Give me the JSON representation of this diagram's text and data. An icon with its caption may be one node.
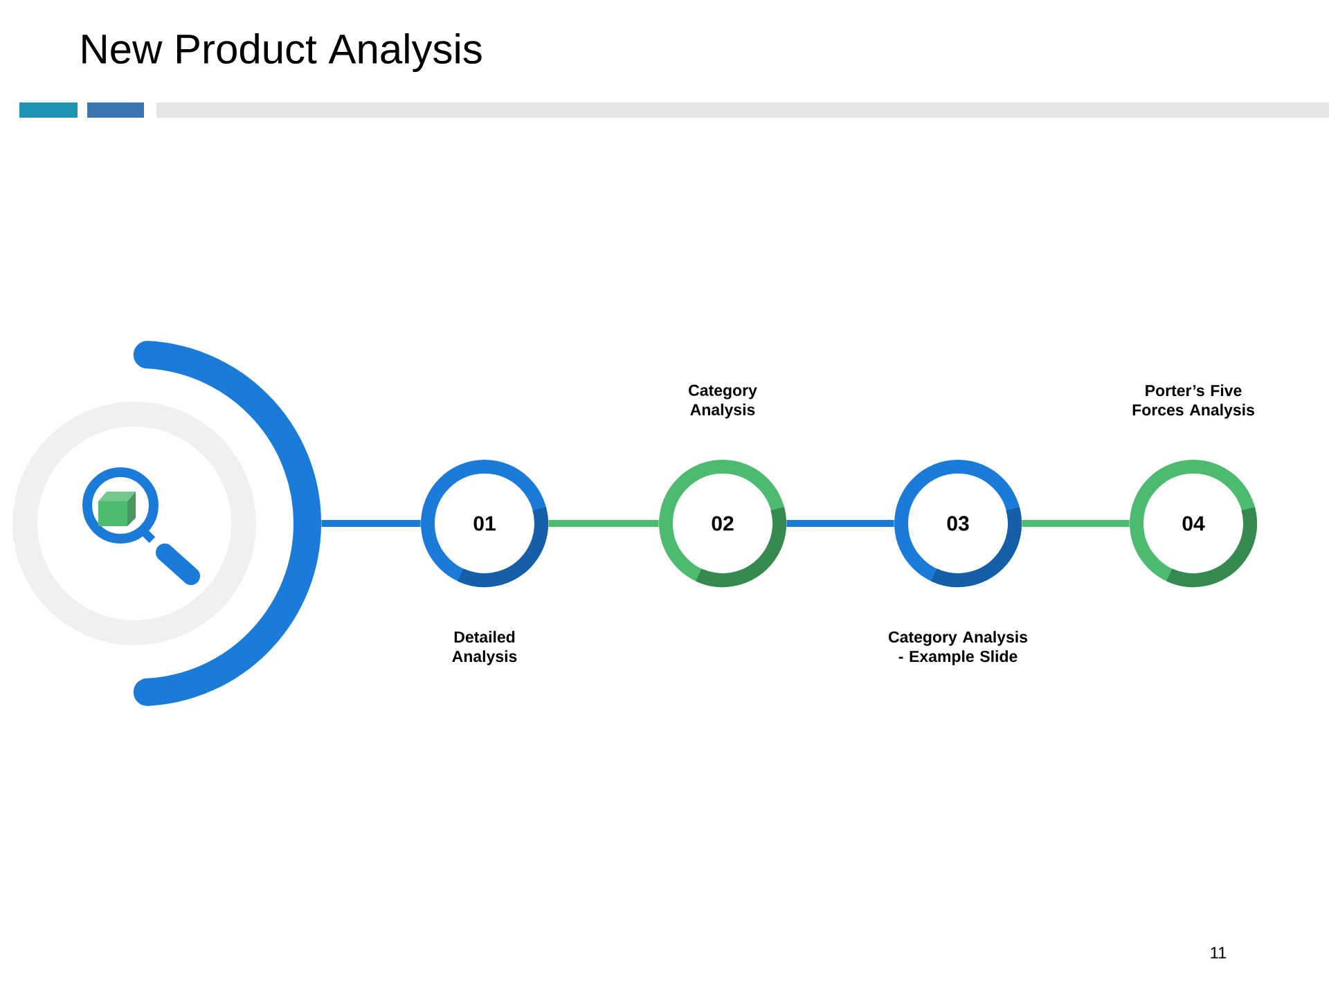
{
  "diagram": {
    "title": "New Product Analysis",
    "nodes": [
      {
        "text": [],
        "shape": "circle"
      },
      {
        "text": [
          "01"
        ],
        "beside": [
          "Detailed Analysis"
        ]
      },
      {
        "text": [
          "02"
        ],
        "beside": [
          "Category Analysis"
        ]
      },
      {
        "text": [
          "03"
        ],
        "beside": [
          "Category Analysis - Example Slide"
        ]
      },
      {
        "text": [
          "04"
        ],
        "beside": [
          "Porter’s Five Forces Analysis"
        ]
      }
    ],
    "edges": [
      {
        "from": 0,
        "to": 1,
        "arrow": "none"
      },
      {
        "from": 1,
        "to": 2,
        "arrow": "none",
        "color": "#4dbb6f"
      },
      {
        "from": 2,
        "to": 3,
        "arrow": "none"
      },
      {
        "from": 3,
        "to": 4,
        "arrow": "none",
        "color": "#4dbb6f"
      }
    ],
    "labels": [
      "11"
    ]
  }
}
